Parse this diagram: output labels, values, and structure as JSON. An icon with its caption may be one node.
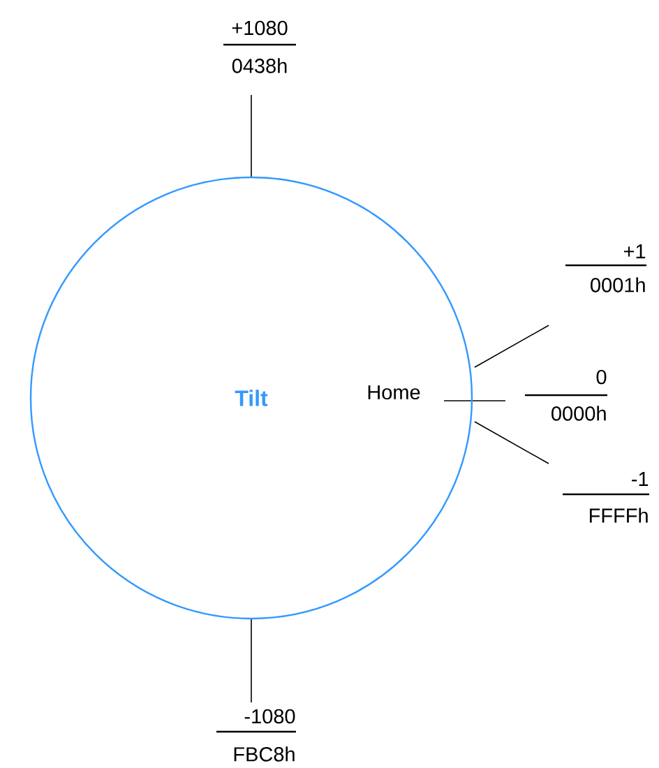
{
  "diagram": {
    "nodes": [
      {
        "text": [
          "Tilt"
        ]
      }
    ],
    "labels": [
      "+1080",
      "0438h",
      "+1",
      "0001h",
      "Home",
      "0",
      "0000h",
      "-1",
      "FFFFh",
      "-1080",
      "FBC8h"
    ]
  }
}
